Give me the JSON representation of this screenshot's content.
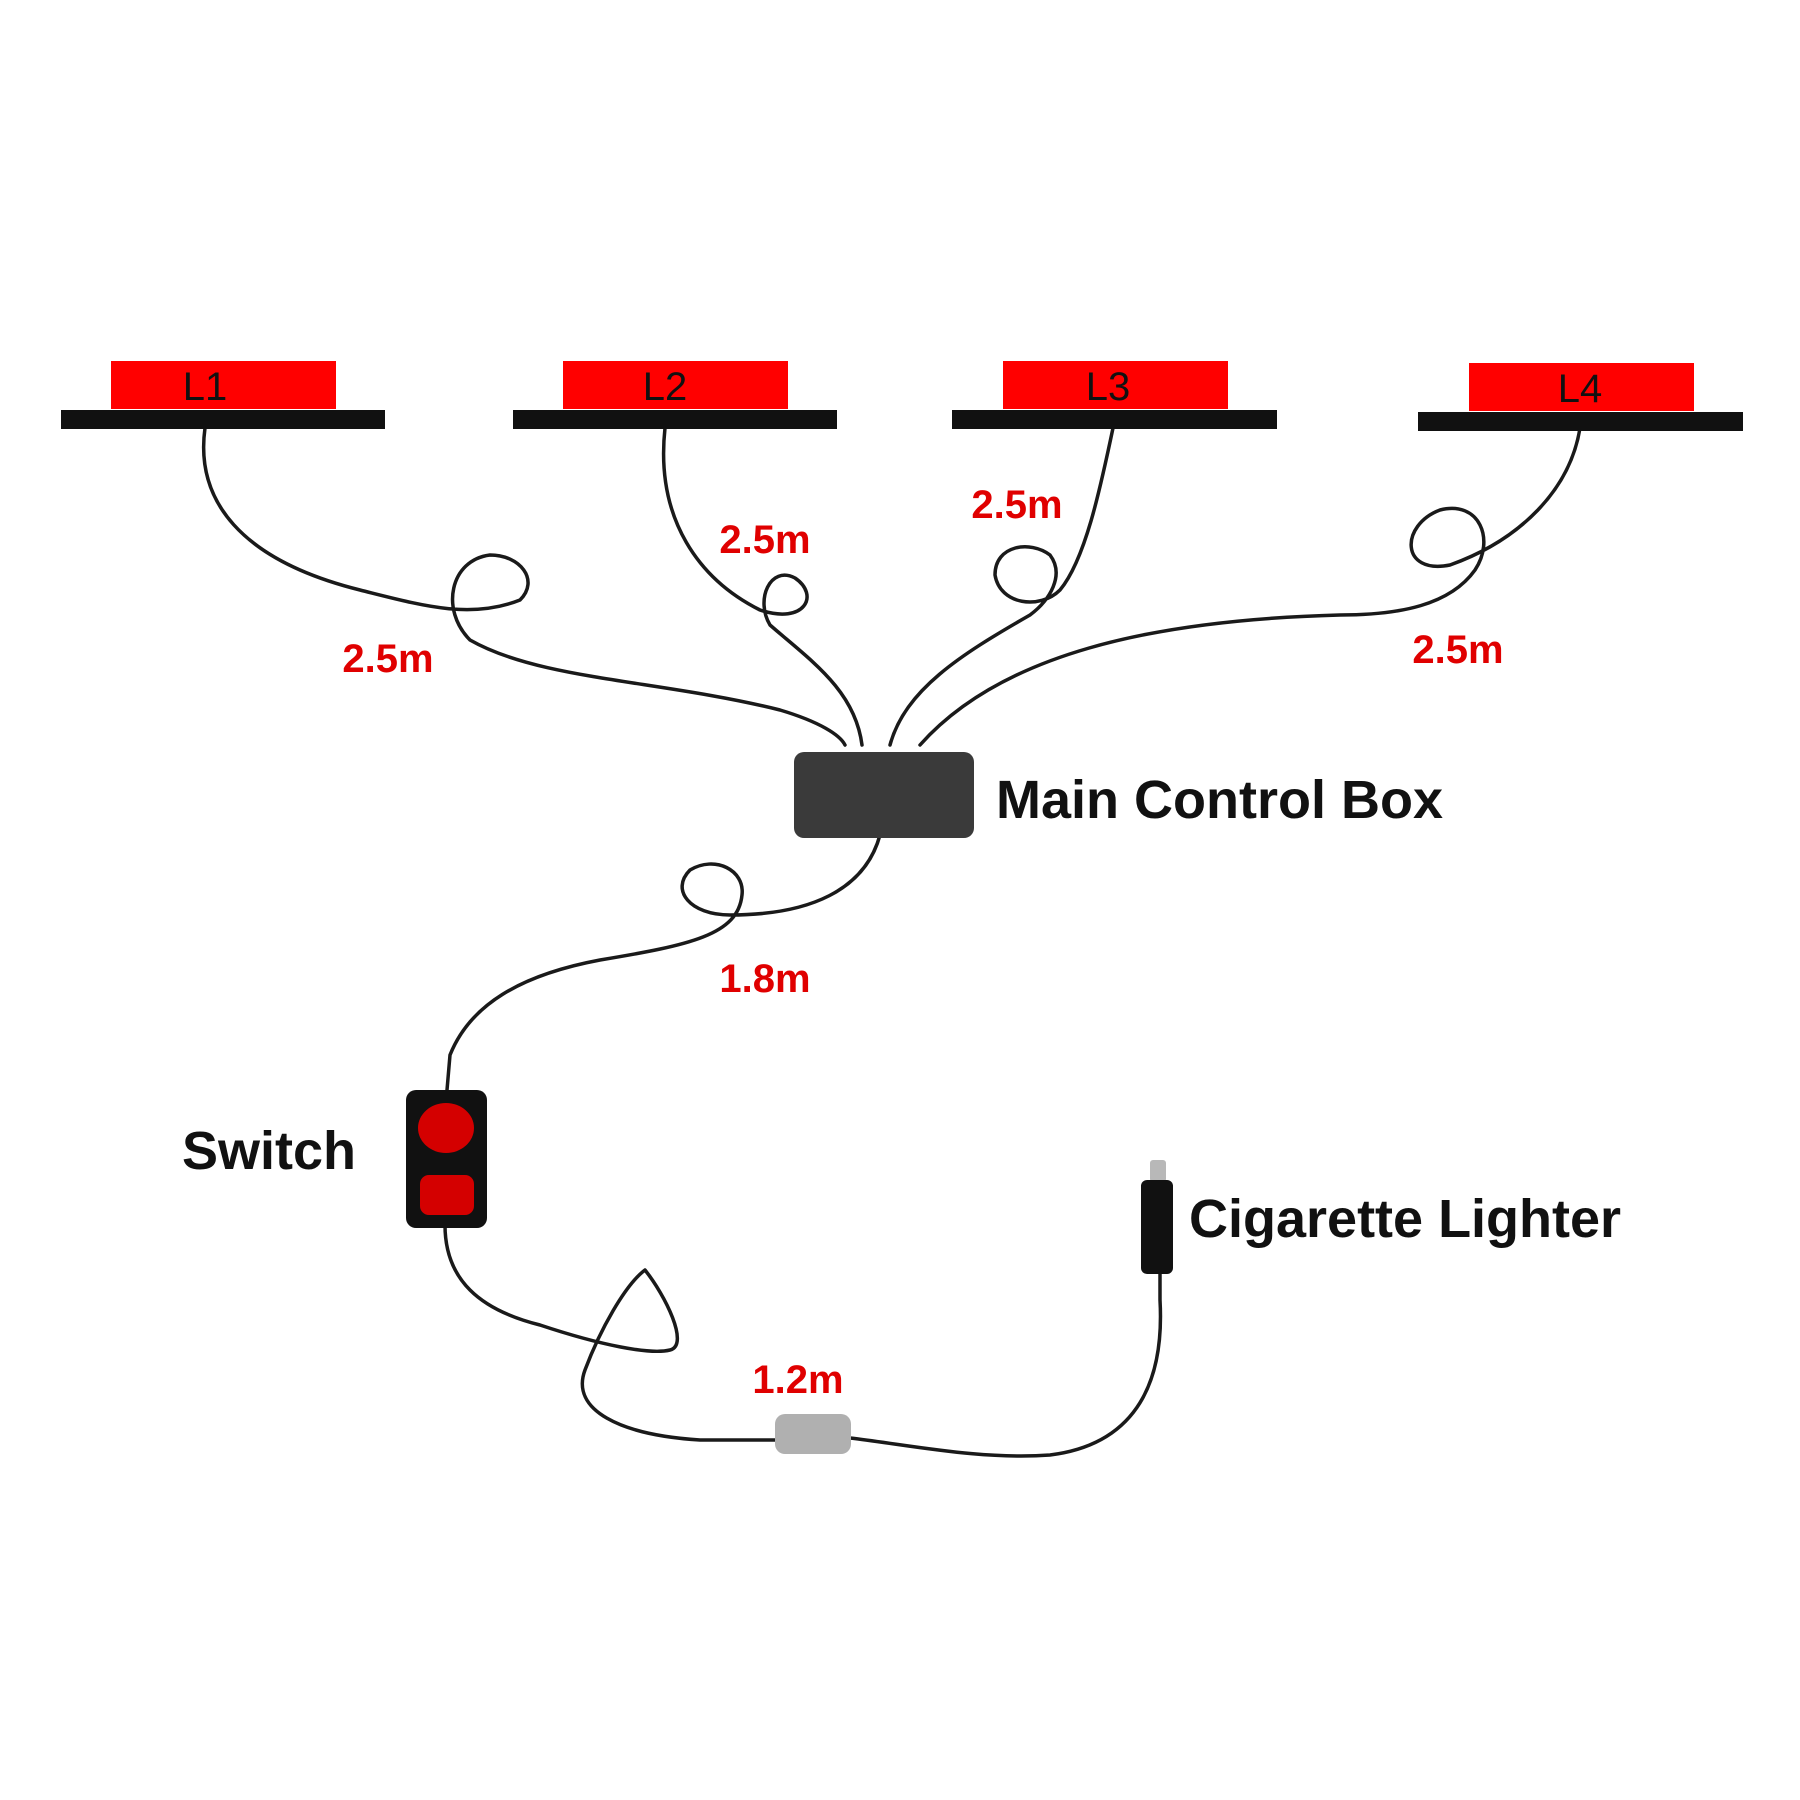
{
  "lamps": [
    {
      "label": "L1",
      "cable_length": "2.5m"
    },
    {
      "label": "L2",
      "cable_length": "2.5m"
    },
    {
      "label": "L3",
      "cable_length": "2.5m"
    },
    {
      "label": "L4",
      "cable_length": "2.5m"
    }
  ],
  "control_box": {
    "label": "Main Control Box"
  },
  "switch": {
    "label": "Switch",
    "cable_length": "1.8m"
  },
  "plug": {
    "label": "Cigarette Lighter",
    "cable_length": "1.2m"
  },
  "colors": {
    "lamp_red": "#ff0000",
    "label_red": "#e00000",
    "base_black": "#111111",
    "box_gray": "#3a3a3a",
    "fuse_gray": "#b0b0b0"
  }
}
